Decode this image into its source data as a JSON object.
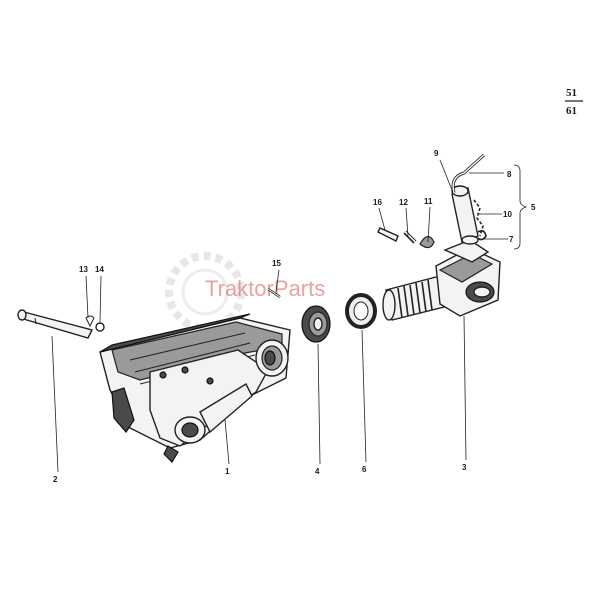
{
  "page_ref": {
    "top": "51",
    "bottom": "61"
  },
  "watermark": {
    "text": "TraktorParts"
  },
  "callouts": [
    {
      "id": "c1",
      "label": "1"
    },
    {
      "id": "c2",
      "label": "2"
    },
    {
      "id": "c3",
      "label": "3"
    },
    {
      "id": "c4",
      "label": "4"
    },
    {
      "id": "c5",
      "label": "5"
    },
    {
      "id": "c6",
      "label": "6"
    },
    {
      "id": "c7",
      "label": "7"
    },
    {
      "id": "c8",
      "label": "8"
    },
    {
      "id": "c9",
      "label": "9"
    },
    {
      "id": "c10",
      "label": "10"
    },
    {
      "id": "c11",
      "label": "11"
    },
    {
      "id": "c12",
      "label": "12"
    },
    {
      "id": "c13",
      "label": "13"
    },
    {
      "id": "c14",
      "label": "14"
    },
    {
      "id": "c15",
      "label": "15"
    },
    {
      "id": "c16",
      "label": "16"
    }
  ]
}
